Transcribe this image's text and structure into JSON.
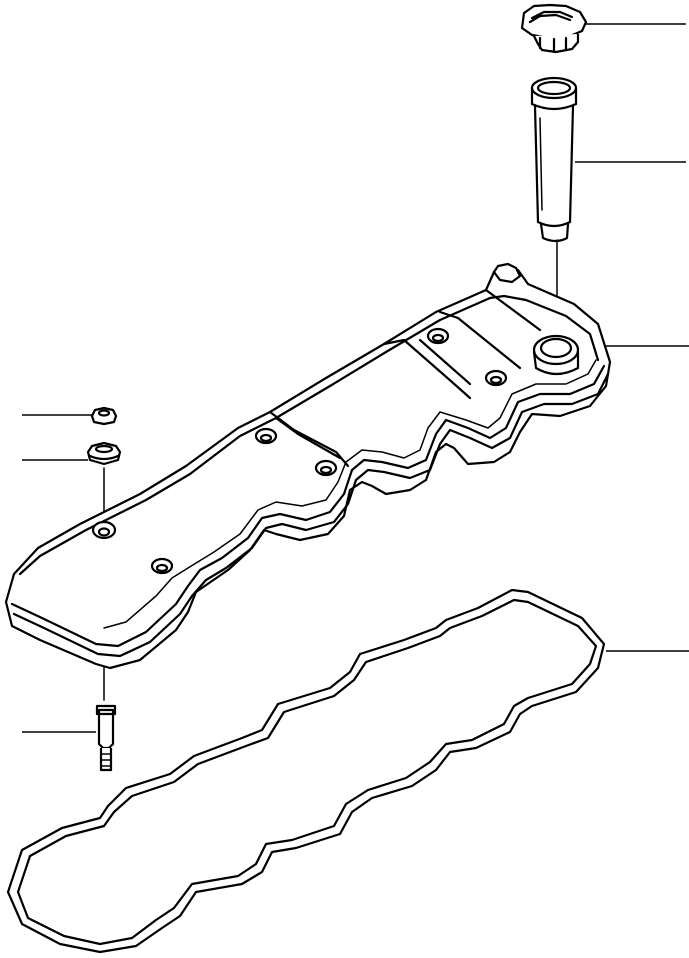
{
  "diagram": {
    "parts": [
      {
        "id": "filler-cap",
        "icon": "cap-icon"
      },
      {
        "id": "oil-filler-tube",
        "icon": "tube-icon"
      },
      {
        "id": "cylinder-head-cover",
        "icon": "cover-icon"
      },
      {
        "id": "nut",
        "icon": "nut-icon"
      },
      {
        "id": "seal-washer",
        "icon": "washer-icon"
      },
      {
        "id": "stud-bolt",
        "icon": "stud-icon"
      },
      {
        "id": "cover-gasket",
        "icon": "gasket-icon"
      }
    ],
    "line_color": "#000000",
    "background": "#ffffff"
  }
}
